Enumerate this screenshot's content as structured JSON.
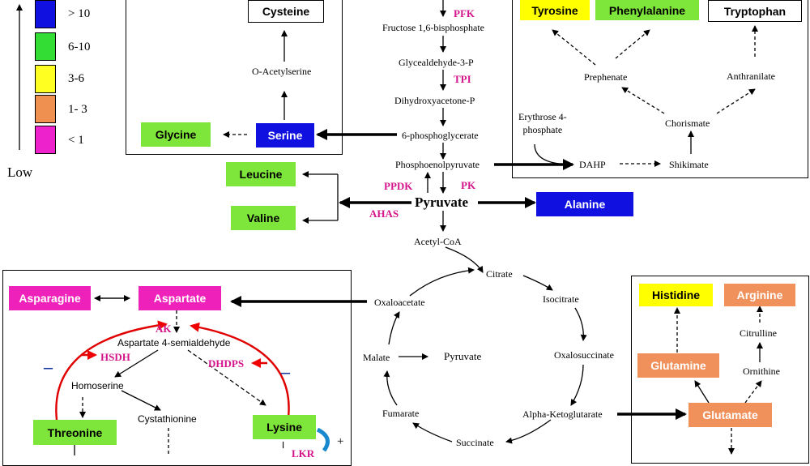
{
  "legend": {
    "items": [
      {
        "label": "> 10",
        "color": "#1010e0"
      },
      {
        "label": "6-10",
        "color": "#33dd33"
      },
      {
        "label": "3-6",
        "color": "#ffff22"
      },
      {
        "label": "1- 3",
        "color": "#f09050"
      },
      {
        "label": "< 1",
        "color": "#ee22cc"
      }
    ],
    "low_label": "Low"
  },
  "nodes": {
    "cysteine": "Cysteine",
    "serine": "Serine",
    "glycine": "Glycine",
    "tyrosine": "Tyrosine",
    "phenylalanine": "Phenylalanine",
    "tryptophan": "Tryptophan",
    "leucine": "Leucine",
    "valine": "Valine",
    "alanine": "Alanine",
    "asparagine": "Asparagine",
    "aspartate": "Aspartate",
    "threonine": "Threonine",
    "lysine": "Lysine",
    "histidine": "Histidine",
    "arginine": "Arginine",
    "glutamine": "Glutamine",
    "glutamate": "Glutamate"
  },
  "metabolites": {
    "fructose": "Fructose 1,6-bisphosphate",
    "gap": "Glycealdehyde-3-P",
    "dhap": "Dihydroxyacetone-P",
    "pg6": "6-phosphoglycerate",
    "pep": "Phosphoenolpyruvate",
    "pyruvate": "Pyruvate",
    "acetylcoa": "Acetyl-CoA",
    "oacetylserine": "O-Acetylserine",
    "erythrose": "Erythrose 4-\nphosphate",
    "dahp": "DAHP",
    "shikimate": "Shikimate",
    "chorismate": "Chorismate",
    "prephenate": "Prephenate",
    "anthranilate": "Anthranilate",
    "citrate": "Citrate",
    "isocitrate": "Isocitrate",
    "oxalosuccinate": "Oxalosuccinate",
    "akg": "Alpha-Ketoglutarate",
    "succinate": "Succinate",
    "fumarate": "Fumarate",
    "malate": "Malate",
    "pyruvate2": "Pyruvate",
    "oxaloacetate": "Oxaloacetate",
    "asa": "Aspartate 4-semialdehyde",
    "homoserine": "Homoserine",
    "cystathionine": "Cystathionine",
    "citrulline": "Citrulline",
    "ornithine": "Ornithine"
  },
  "enzymes": {
    "pfk": "PFK",
    "tpi": "TPI",
    "ppdk": "PPDK",
    "pk": "PK",
    "ahas": "AHAS",
    "ak": "AK",
    "hsdh": "HSDH",
    "dhdps": "DHDPS",
    "lkr": "LKR"
  },
  "signs": {
    "minus": "–",
    "plus": "+"
  }
}
